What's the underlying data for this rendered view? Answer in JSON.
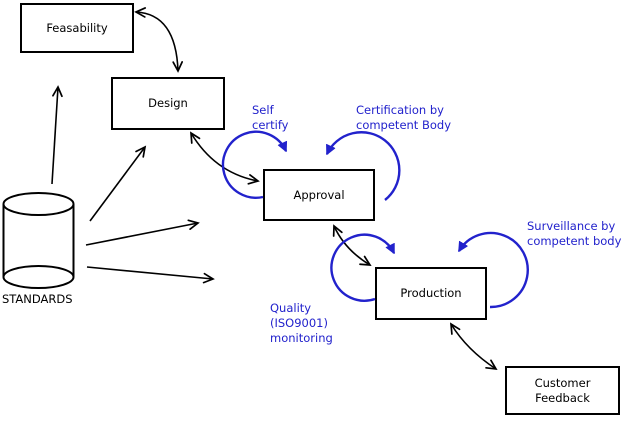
{
  "title": "Standards-driven product development process diagram",
  "colors": {
    "annotation": "#2222cc",
    "line": "#000000",
    "background": "#ffffff",
    "node_fill": "#ffffff"
  },
  "nodes": {
    "feasability": {
      "label": "Feasability"
    },
    "design": {
      "label": "Design"
    },
    "approval": {
      "label": "Approval"
    },
    "production": {
      "label": "Production"
    },
    "customer_feedback": {
      "label": "Customer\nFeedback"
    },
    "standards": {
      "label": "STANDARDS"
    }
  },
  "annotations": {
    "self_certify": {
      "label": "Self\ncertify"
    },
    "certification": {
      "label": "Certification by\ncompetent Body"
    },
    "surveillance": {
      "label": "Surveillance by\ncompetent body"
    },
    "quality_monitoring": {
      "label": "Quality\n(ISO9001)\nmonitoring"
    }
  },
  "edges": [
    {
      "from": "feasability",
      "to": "design",
      "bidirectional": true,
      "color": "black"
    },
    {
      "from": "design",
      "to": "approval",
      "bidirectional": true,
      "color": "black"
    },
    {
      "from": "approval",
      "to": "production",
      "bidirectional": true,
      "color": "black"
    },
    {
      "from": "production",
      "to": "customer_feedback",
      "bidirectional": true,
      "color": "black"
    },
    {
      "from": "standards",
      "to": "feasability",
      "bidirectional": false,
      "color": "black"
    },
    {
      "from": "standards",
      "to": "design",
      "bidirectional": false,
      "color": "black"
    },
    {
      "from": "standards",
      "to": "approval",
      "bidirectional": false,
      "color": "black"
    },
    {
      "from": "standards",
      "to": "production",
      "bidirectional": false,
      "color": "black"
    },
    {
      "loop_on": "approval",
      "annotation": "self_certify",
      "color": "blue"
    },
    {
      "loop_on": "approval",
      "annotation": "certification",
      "color": "blue"
    },
    {
      "loop_on": "production",
      "annotation": "quality_monitoring",
      "color": "blue"
    },
    {
      "loop_on": "production",
      "annotation": "surveillance",
      "color": "blue"
    }
  ]
}
